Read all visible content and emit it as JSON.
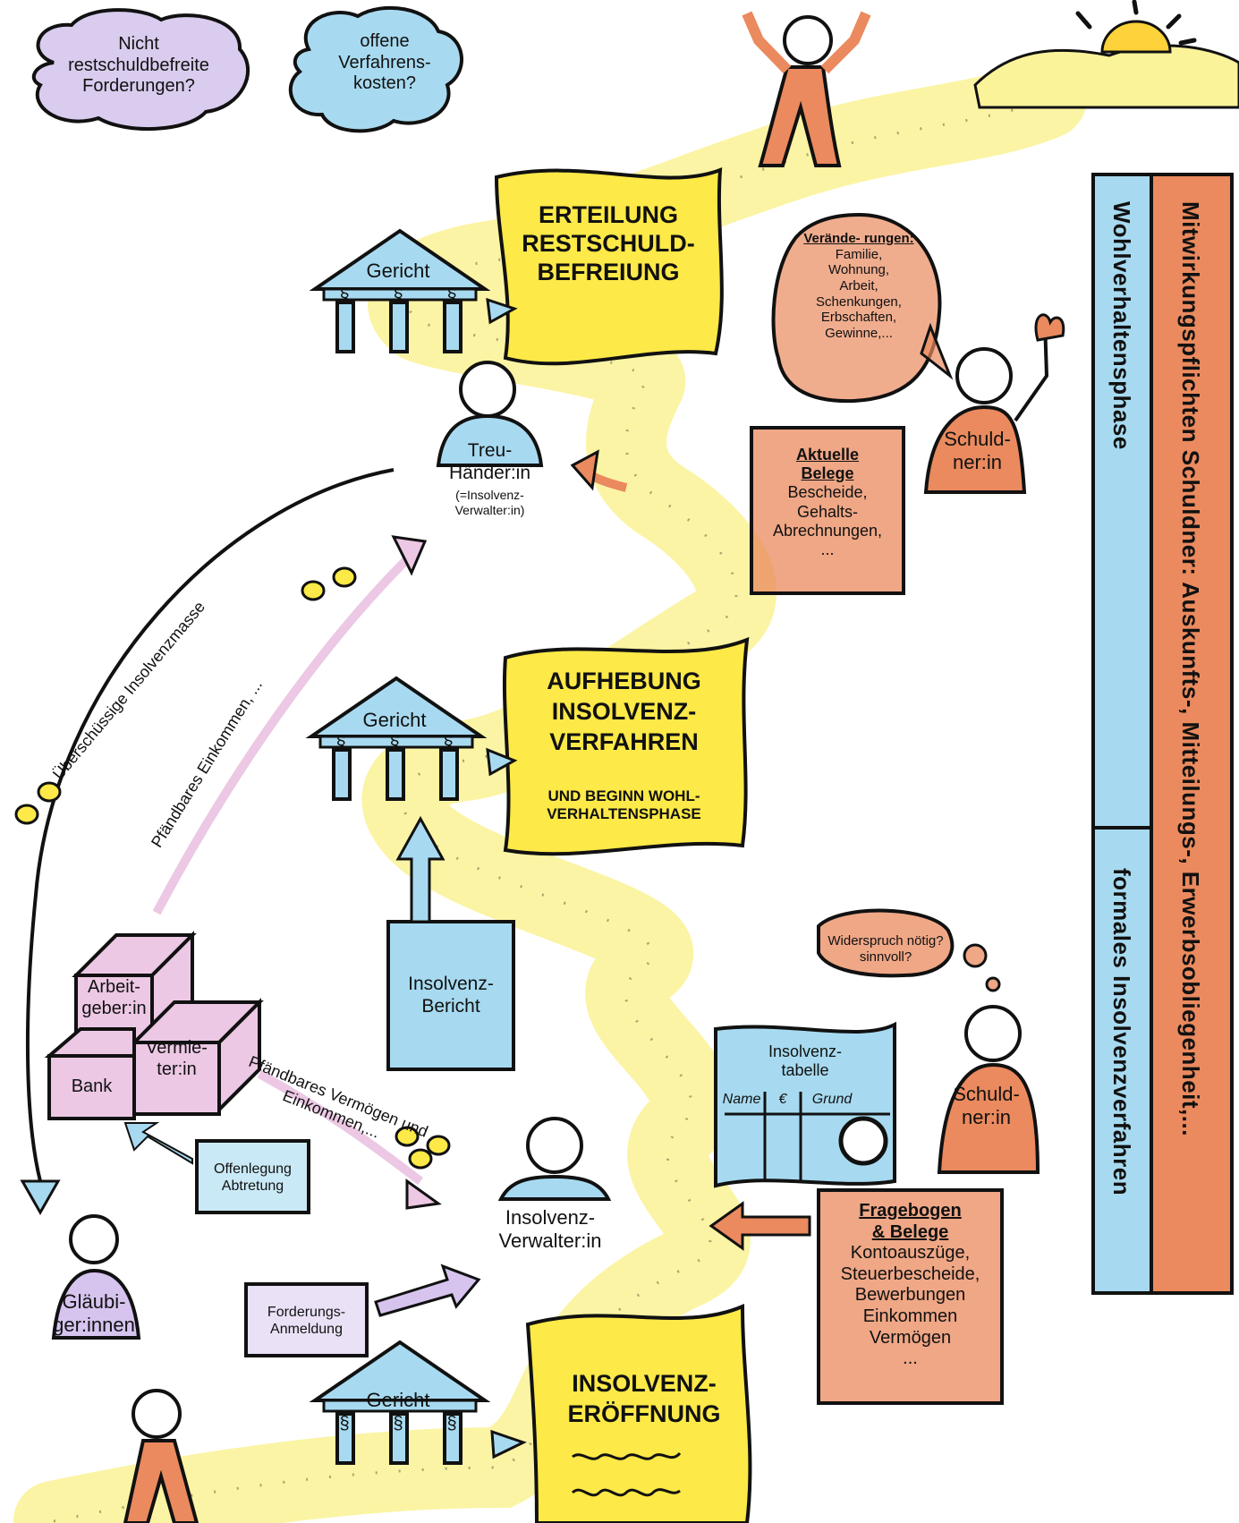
{
  "clouds": {
    "restschuld": "Nicht restschuldbefreite Forderungen?",
    "kosten": "offene Verfahrens- kosten?"
  },
  "stations": {
    "erteilung": "ERTEILUNG RESTSCHULD- BEFREIUNG",
    "aufhebung": "AUFHEBUNG INSOLVENZ- VERFAHREN",
    "aufhebung_sub": "UND BEGINN WOHL- VERHALTENSPHASE",
    "eroeffnung": "INSOLVENZ- ERÖFFNUNG"
  },
  "court_label": "Gericht",
  "court_sign": "§",
  "treuhaender": {
    "name": "Treu- Händer:in",
    "note": "(=Insolvenz- Verwalter:in)"
  },
  "verwalter": "Insolvenz- Verwalter:in",
  "schuldner": "Schuld- ner:in",
  "veraenderungen": {
    "title": "Verände- rungen:",
    "items": [
      "Familie,",
      "Wohnung,",
      "Arbeit,",
      "Schenkungen,",
      "Erbschaften,",
      "Gewinne,..."
    ]
  },
  "aktuelle_belege": {
    "title": "Aktuelle Belege",
    "items": [
      "Bescheide,",
      "Gehalts-",
      "Abrechnungen,",
      "..."
    ]
  },
  "fragebogen": {
    "title": "Fragebogen & Belege",
    "items": [
      "Kontoauszüge,",
      "Steuerbescheide,",
      "Bewerbungen",
      "Einkommen",
      "Vermögen",
      "..."
    ]
  },
  "bericht": "Insolvenz- Bericht",
  "tabelle": {
    "title": "Insolvenz- tabelle",
    "columns": [
      "Name",
      "€",
      "Grund"
    ]
  },
  "widerspruch": "Widerspruch nötig?sinnvoll?",
  "boxes": {
    "arbeitgeber": "Arbeit- geber:in",
    "vermieter": "Vermie- ter:in",
    "bank": "Bank"
  },
  "offenlegung": "Offenlegung Abtretung",
  "glaeubiger": "Gläubi- ger:innen",
  "forderung": "Forderungs- Anmeldung",
  "flows": {
    "ueberschuss": "Überschüssige Insolvenzmasse",
    "einkommen": "Pfändbares Einkommen, ...",
    "vermoegen": "Pfändbares Vermögen und Einkommen,..."
  },
  "phases": {
    "wohlverhalten": "Wohlverhaltensphase",
    "formal": "formales Insolvenzverfahren",
    "pflichten": "Mitwirkungspflichten Schuldner: Auskunfts-, Mitteilungs-, Erwerbsobliegenheit,..."
  },
  "colors": {
    "road": "#fbf39a",
    "yellow": "#fde947",
    "blue": "#a7daf0",
    "orange": "#ea8a5e",
    "pink": "#ecc8e4",
    "purple": "#d6c4ef",
    "ink": "#111111"
  }
}
